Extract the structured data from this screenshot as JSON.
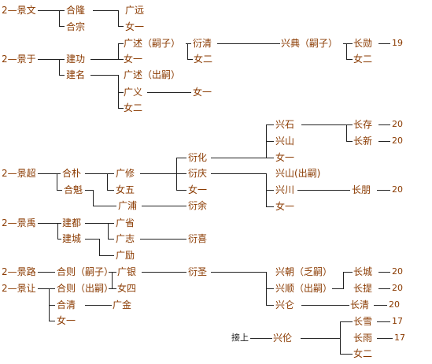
{
  "nodes": {
    "jingwen": "2—景文",
    "helong": "合隆",
    "guangyuan": "广远",
    "hezong": "合宗",
    "nvyi_1": "女一",
    "guangshu_sizi": "广述（嗣子）",
    "yanqing": "衍清",
    "xingdian_sizi": "兴典（嗣子）",
    "changxun": "长勋",
    "changxun_gen": "19",
    "jingyu": "2—景于",
    "jiangong": "建功",
    "nvyi_2": "女一",
    "nver_1": "女二",
    "nver_2": "女二",
    "jianming": "建名",
    "guangshu_chusi": "广述（出嗣）",
    "guangyi": "广义",
    "nvyi_3": "女一",
    "nver_3": "女二",
    "xingshi": "兴石",
    "changcun": "长存",
    "changcun_gen": "20",
    "xingshan": "兴山",
    "changxin": "长新",
    "changxin_gen": "20",
    "yanhua": "衍化",
    "nvyi_4": "女一",
    "jingchao": "2—景超",
    "hepu": "合朴",
    "guangxiu": "广修",
    "yanqing2": "衍庆",
    "xingshan_chusi": "兴山(出嗣)",
    "hekui": "合魁",
    "nvwu": "女五",
    "nvyi_5": "女一",
    "xingchuan": "兴川",
    "changpeng": "长朋",
    "changpeng_gen": "20",
    "guangpu": "广浦",
    "yanyu": "衍余",
    "nvyi_6": "女一",
    "jingyu2": "2—景禹",
    "jiandu": "建都",
    "guangsheng": "广省",
    "jiancheng": "建城",
    "guangzhi": "广志",
    "yanxi": "衍喜",
    "guangli": "广励",
    "jinglu": "2—景路",
    "heze_sizi": "合则（嗣子）",
    "guangyin": "广银",
    "yansheng": "衍圣",
    "xingchao": "兴朝（乏嗣）",
    "changcheng": "长城",
    "changcheng_gen": "20",
    "jingrang": "2—景让",
    "heze_chusi": "合则（出嗣）",
    "nvsi": "女四",
    "xingshun": "兴顺（出嗣）",
    "changti": "长提",
    "changti_gen": "20",
    "heqing": "合清",
    "guangjin": "广金",
    "xinglun_1": "兴仑",
    "changqing": "长清",
    "changqing_gen": "20",
    "nvyi_7": "女一",
    "changxue": "长雪",
    "changxue_gen": "17",
    "jieshang": "接上",
    "xinglun_2": "兴伦",
    "changyu": "长雨",
    "changyu_gen": "17",
    "nver_4": "女二"
  }
}
